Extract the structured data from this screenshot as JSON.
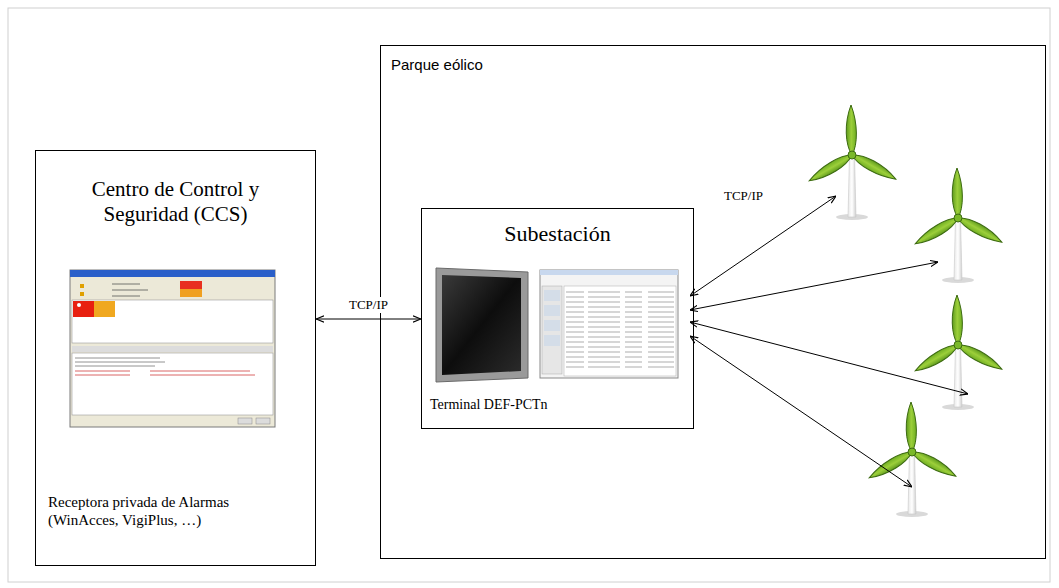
{
  "diagram": {
    "nodes": [
      {
        "text": [
          "Centro de Control y Seguridad (CCS)",
          "Receptora privada de Alarmas (WinAcces, VigiPlus, …)"
        ]
      },
      {
        "text": [
          "Parque eólico"
        ]
      },
      {
        "text": [
          "Subestación",
          "Terminal DEF-PCTn"
        ],
        "in": 1
      }
    ],
    "edges": [
      {
        "from": 0,
        "to": 2,
        "arrow": "both",
        "label": "TCP/IP"
      }
    ],
    "labels": [
      "TCP/IP"
    ]
  }
}
